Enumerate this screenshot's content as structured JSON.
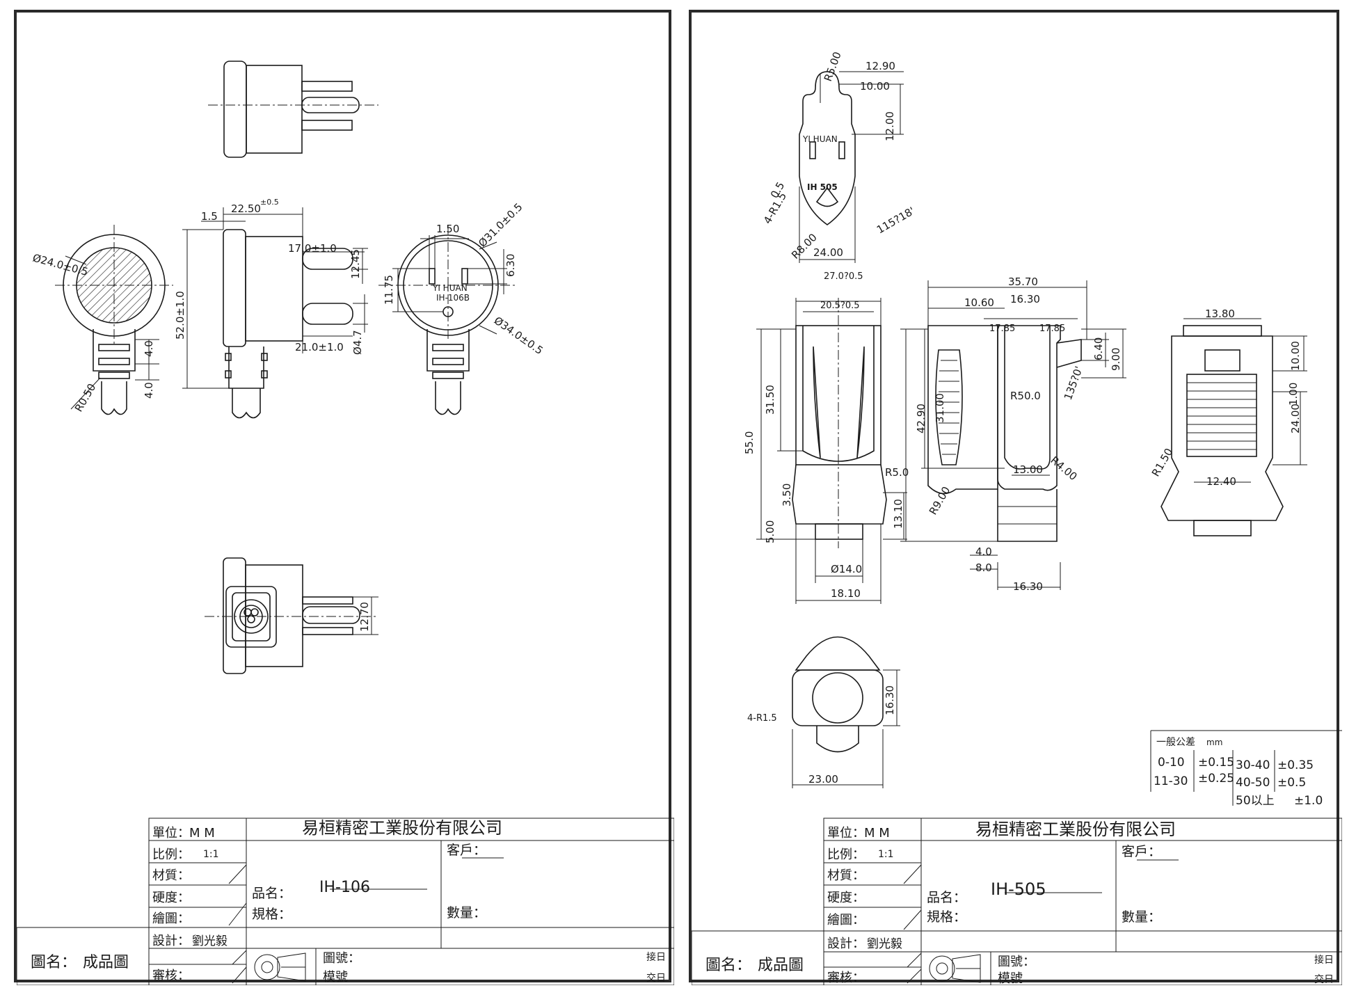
{
  "left_sheet": {
    "title_block": {
      "company": "易桓精密工業股份有限公司",
      "unit_label": "單位：",
      "unit_value": "M  M",
      "scale_label": "比例：",
      "scale_value": "1:1",
      "material_label": "材質：",
      "hardness_label": "硬度：",
      "drawn_label": "繪圖：",
      "design_label": "設計：",
      "designer": "劉光毅",
      "review_label": "審核：",
      "product_label": "品名：",
      "product_value": "IH-106",
      "spec_label": "規格：",
      "customer_label": "客戶：",
      "quantity_label": "數量：",
      "drawing_no_label": "圖號：",
      "mold_no_label": "模號",
      "receive_date_label": "接日",
      "deliver_date_label": "交日",
      "drawing_name_label": "圖名：",
      "drawing_name_value": "成品圖"
    },
    "dims": {
      "d1": "Ø24.0±0.5",
      "d2": "R0.50",
      "d3": "1.5",
      "d4": "22.50",
      "d4tol": "±0.5",
      "d5": "17.0±1.0",
      "d6": "12.45",
      "d7": "52.0±1.0",
      "d8": "21.0±1.0",
      "d9": "Ø4.7",
      "d10": "4.0",
      "d11": "4.0",
      "d12": "1.50",
      "d13": "Ø31.0±0.5",
      "d14": "6.30",
      "d15": "11.75",
      "d16": "Ø34.0±0.5",
      "d17": "12.70",
      "brand": "YI HUAN",
      "model": "IH-106B"
    }
  },
  "right_sheet": {
    "title_block": {
      "company": "易桓精密工業股份有限公司",
      "unit_label": "單位：",
      "unit_value": "M  M",
      "scale_label": "比例：",
      "scale_value": "1:1",
      "material_label": "材質：",
      "hardness_label": "硬度：",
      "drawn_label": "繪圖：",
      "design_label": "設計：",
      "designer": "劉光毅",
      "review_label": "審核：",
      "product_label": "品名：",
      "product_value": "IH-505",
      "spec_label": "規格：",
      "customer_label": "客戶：",
      "quantity_label": "數量：",
      "drawing_no_label": "圖號：",
      "mold_no_label": "模號",
      "receive_date_label": "接日",
      "deliver_date_label": "交日",
      "drawing_name_label": "圖名：",
      "drawing_name_value": "成品圖"
    },
    "tolerance_table": {
      "header": "一般公差",
      "unit": "mm",
      "r1a": "0-10",
      "r1b": "±0.15",
      "r1c": "30-40",
      "r1d": "±0.35",
      "r2a": "11-30",
      "r2b": "±0.25",
      "r2c": "40-50",
      "r2d": "±0.5",
      "r3c": "50以上",
      "r3d": "±1.0"
    },
    "dims": {
      "e1": "R5.00",
      "e2": "12.90",
      "e3": "10.00",
      "e4": "12.00",
      "e5": "0.5",
      "e6": "4-R1.5",
      "e7": "115?18'",
      "e8": "R8.00",
      "e9": "24.00",
      "e10": "27.0?0.5",
      "e11": "20.5?0.5",
      "e12": "31.50",
      "e13": "55.0",
      "e14": "3.50",
      "e15": "5.00",
      "e16": "R5.0",
      "e17": "13.10",
      "e18": "Ø14.0",
      "e19": "18.10",
      "e20": "35.70",
      "e21": "10.60",
      "e22": "16.30",
      "e23": "17.85",
      "e24": "17.85",
      "e25": "6.40",
      "e26": "9.00",
      "e27": "135?0'",
      "e28": "R50.0",
      "e29": "42.90",
      "e30": "31.00",
      "e31": "13.00",
      "e32": "R4.00",
      "e33": "R9.00",
      "e34": "4.0",
      "e35": "8.0",
      "e36": "16.30",
      "e37": "13.80",
      "e38": "10.00",
      "e39": "1.00",
      "e40": "24.00",
      "e41": "R1.50",
      "e42": "12.40",
      "e43": "4-R1.5",
      "e44": "16.30",
      "e45": "23.00",
      "brand": "YI HUAN",
      "model": "IH 505"
    }
  }
}
